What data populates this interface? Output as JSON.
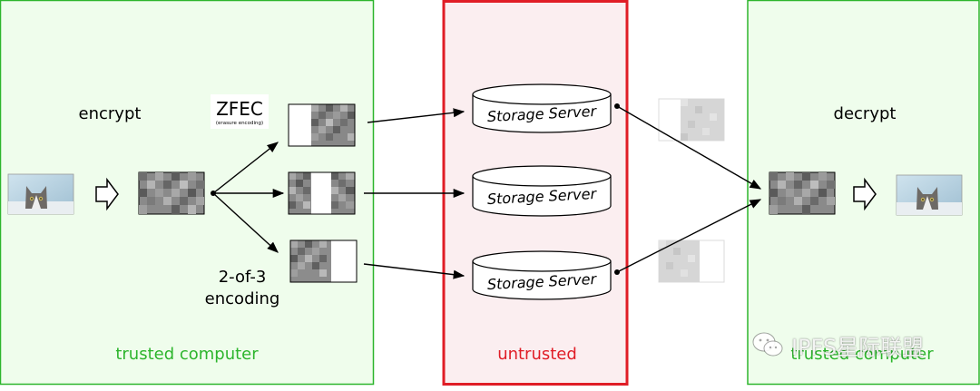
{
  "regions": {
    "left": {
      "label": "trusted computer",
      "color": "#2db52d",
      "fill": "#effdec"
    },
    "middle": {
      "label": "untrusted",
      "color": "#e01d26",
      "fill": "#fbeef0"
    },
    "right": {
      "label": "trusted computer",
      "color": "#2db52d",
      "fill": "#effdec"
    }
  },
  "labels": {
    "encrypt": "encrypt",
    "decrypt": "decrypt",
    "zfec": "ZFEC",
    "zfec_sub": "(erasure encoding)",
    "encoding_line1": "2-of-3",
    "encoding_line2": "encoding"
  },
  "servers": [
    {
      "label": "Storage Server"
    },
    {
      "label": "Storage Server"
    },
    {
      "label": "Storage Server"
    }
  ],
  "watermark": {
    "text": "IPFS星际联盟",
    "icon": "wechat-icon"
  }
}
